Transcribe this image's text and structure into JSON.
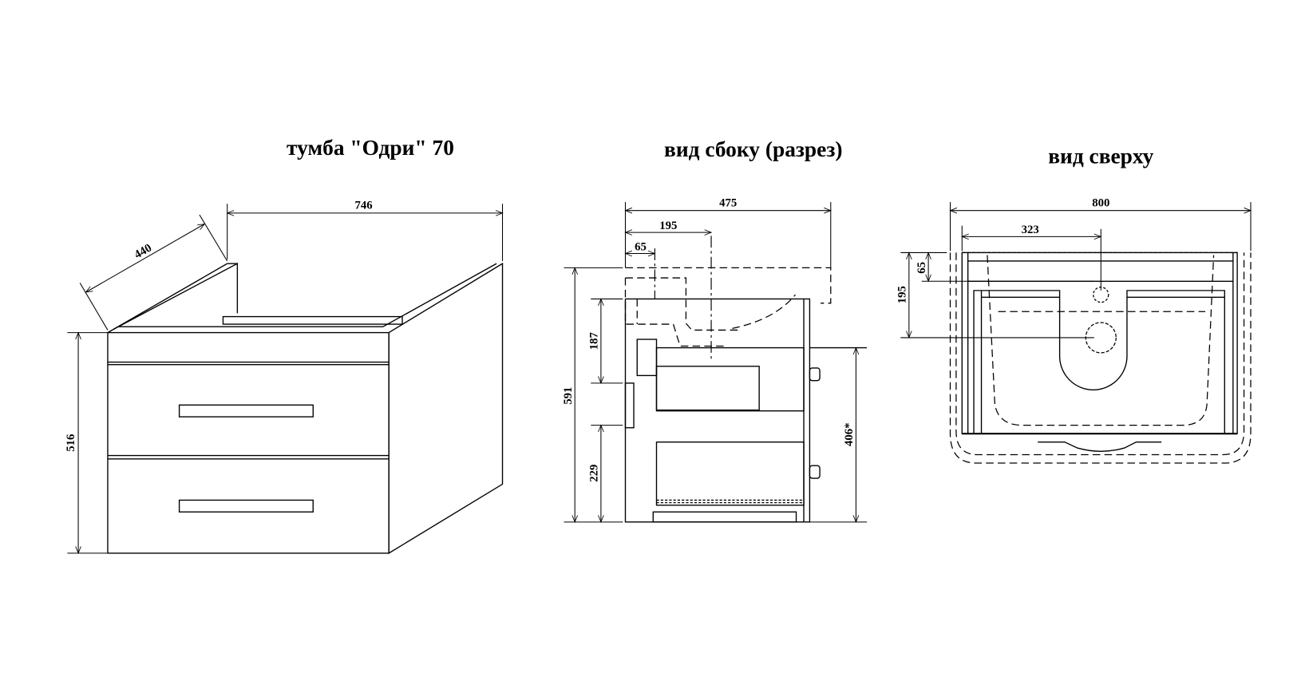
{
  "titles": {
    "cabinet": "тумба \"Одри\" 70",
    "side_view": "вид сбоку (разрез)",
    "top_view": "вид сверху"
  },
  "cabinet_dims": {
    "width": "746",
    "depth": "440",
    "height": "516"
  },
  "side_dims": {
    "depth": "475",
    "drain_offset": "195",
    "tap_offset": "65",
    "total_height": "591",
    "upper": "187",
    "lower": "229",
    "drawer_height": "406*"
  },
  "top_dims": {
    "width": "800",
    "drain_x": "323",
    "tap_y": "65",
    "drain_y": "195"
  }
}
